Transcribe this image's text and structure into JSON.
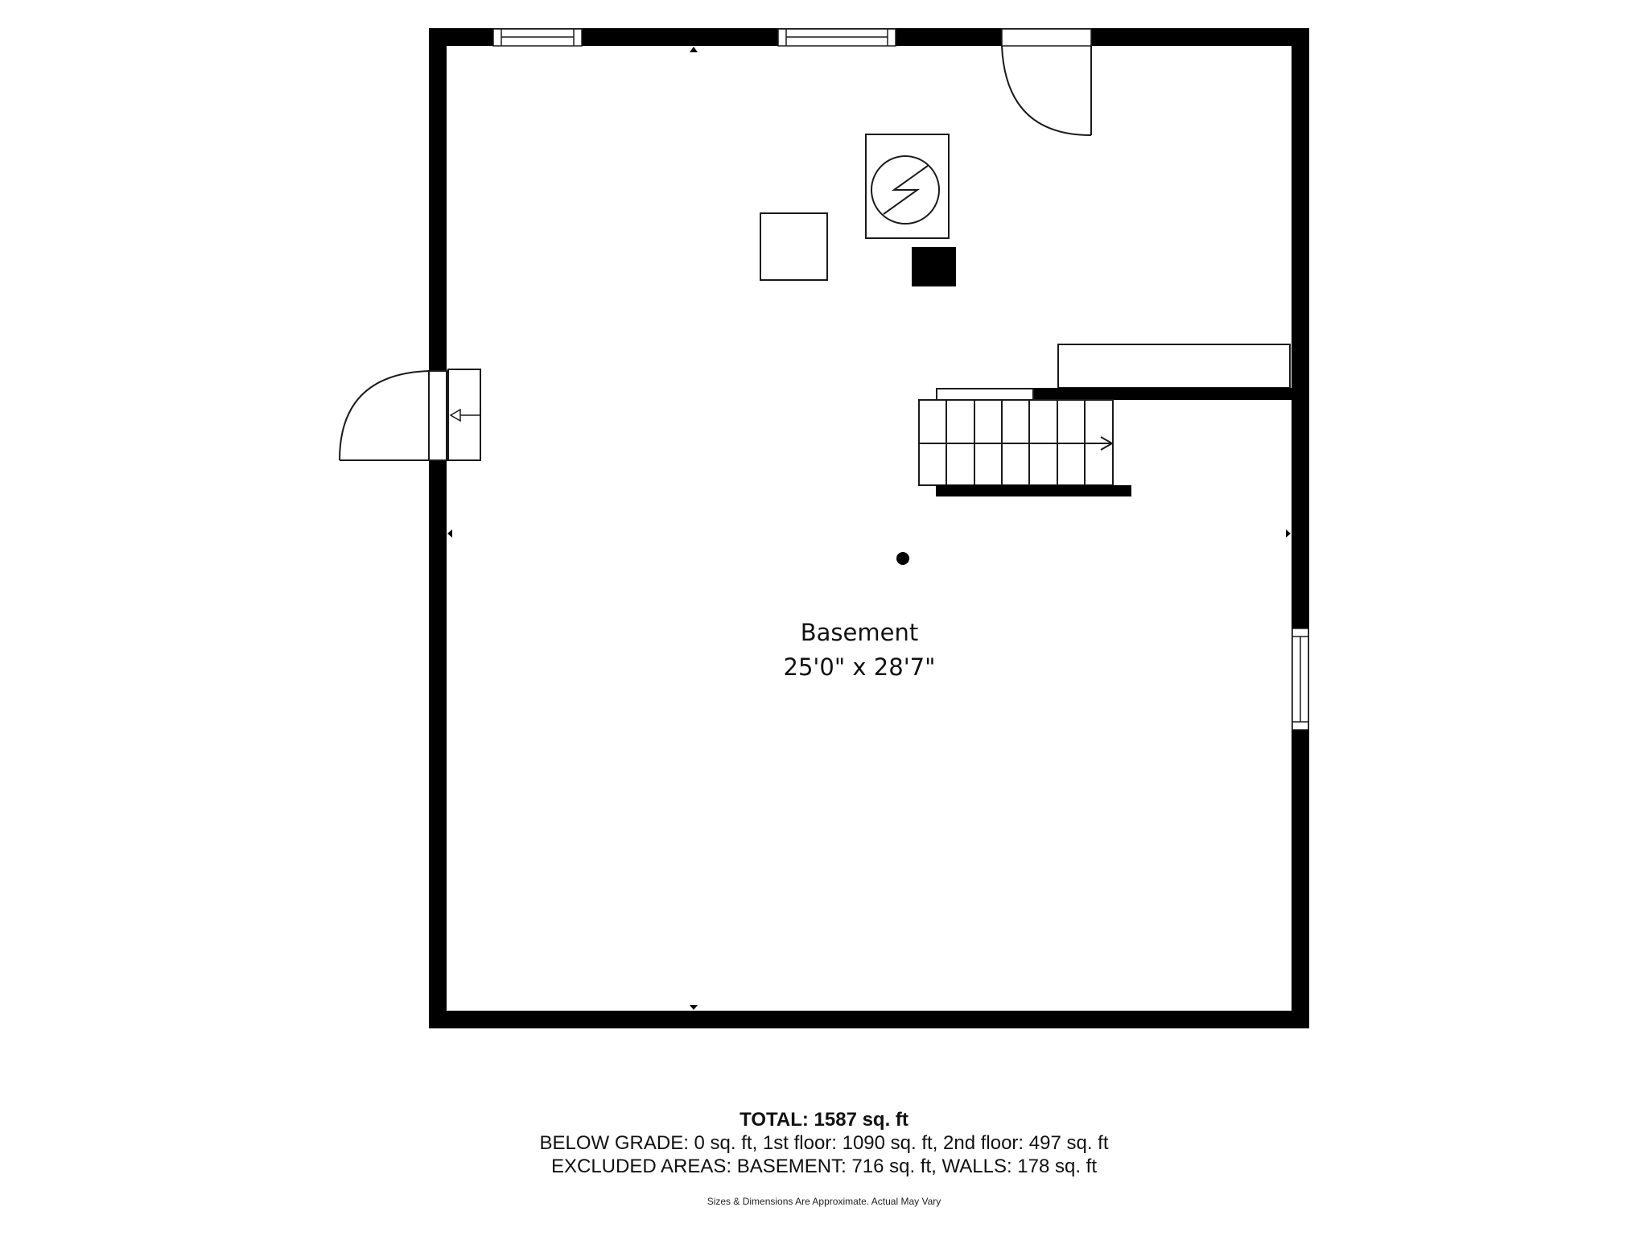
{
  "floorplan": {
    "room": {
      "name": "Basement",
      "dimensions": "25'0\" x 28'7\""
    },
    "features": {
      "windows": [
        "top-window-left",
        "top-window-center",
        "right-window"
      ],
      "doors": [
        "top-right-door",
        "left-exterior-door"
      ],
      "fixtures": [
        "water-heater",
        "utility-box",
        "dark-square-fixture",
        "support-column",
        "staircase",
        "storage-shelf"
      ]
    },
    "colors": {
      "wall": "#000000",
      "background": "#ffffff",
      "line": "#1a1a1a"
    }
  },
  "summary": {
    "total": "TOTAL: 1587 sq. ft",
    "grade_line": "BELOW GRADE: 0 sq. ft, 1st floor: 1090 sq. ft, 2nd floor: 497 sq. ft",
    "excluded_line": "EXCLUDED AREAS: BASEMENT: 716 sq. ft, WALLS: 178 sq. ft",
    "disclaimer": "Sizes & Dimensions Are Approximate. Actual May Vary"
  }
}
